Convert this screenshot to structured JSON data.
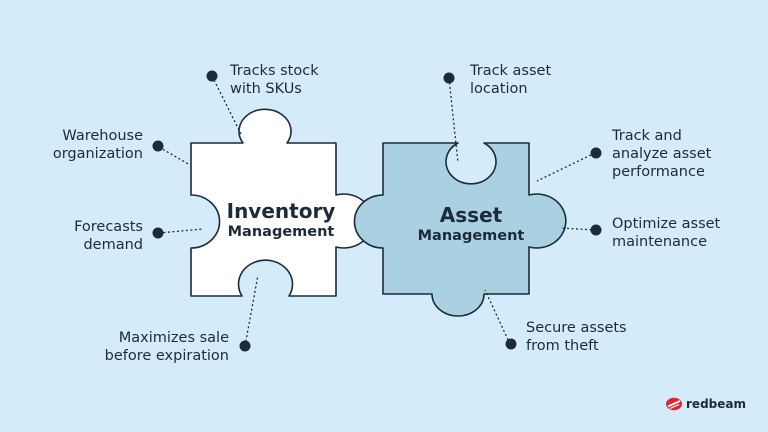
{
  "inventory": {
    "title": "Inventory",
    "subtitle": "Management",
    "fill": "#ffffff",
    "features": [
      [
        "Tracks stock",
        "with SKUs"
      ],
      [
        "Warehouse",
        "organization"
      ],
      [
        "Forecasts",
        "demand"
      ],
      [
        "Maximizes sale",
        "before expiration"
      ]
    ]
  },
  "asset": {
    "title": "Asset",
    "subtitle": "Management",
    "fill": "#a9d1e2",
    "features": [
      [
        "Track asset",
        "location"
      ],
      [
        "Track and",
        "analyze asset",
        "performance"
      ],
      [
        "Optimize asset",
        "maintenance"
      ],
      [
        "Secure assets",
        "from theft"
      ]
    ]
  },
  "brand": {
    "name": "redbeam",
    "icon": "redbeam-logo-icon",
    "color": "#e0262a"
  },
  "colors": {
    "background": "#d4ecf9",
    "outline": "#1c2a39"
  }
}
